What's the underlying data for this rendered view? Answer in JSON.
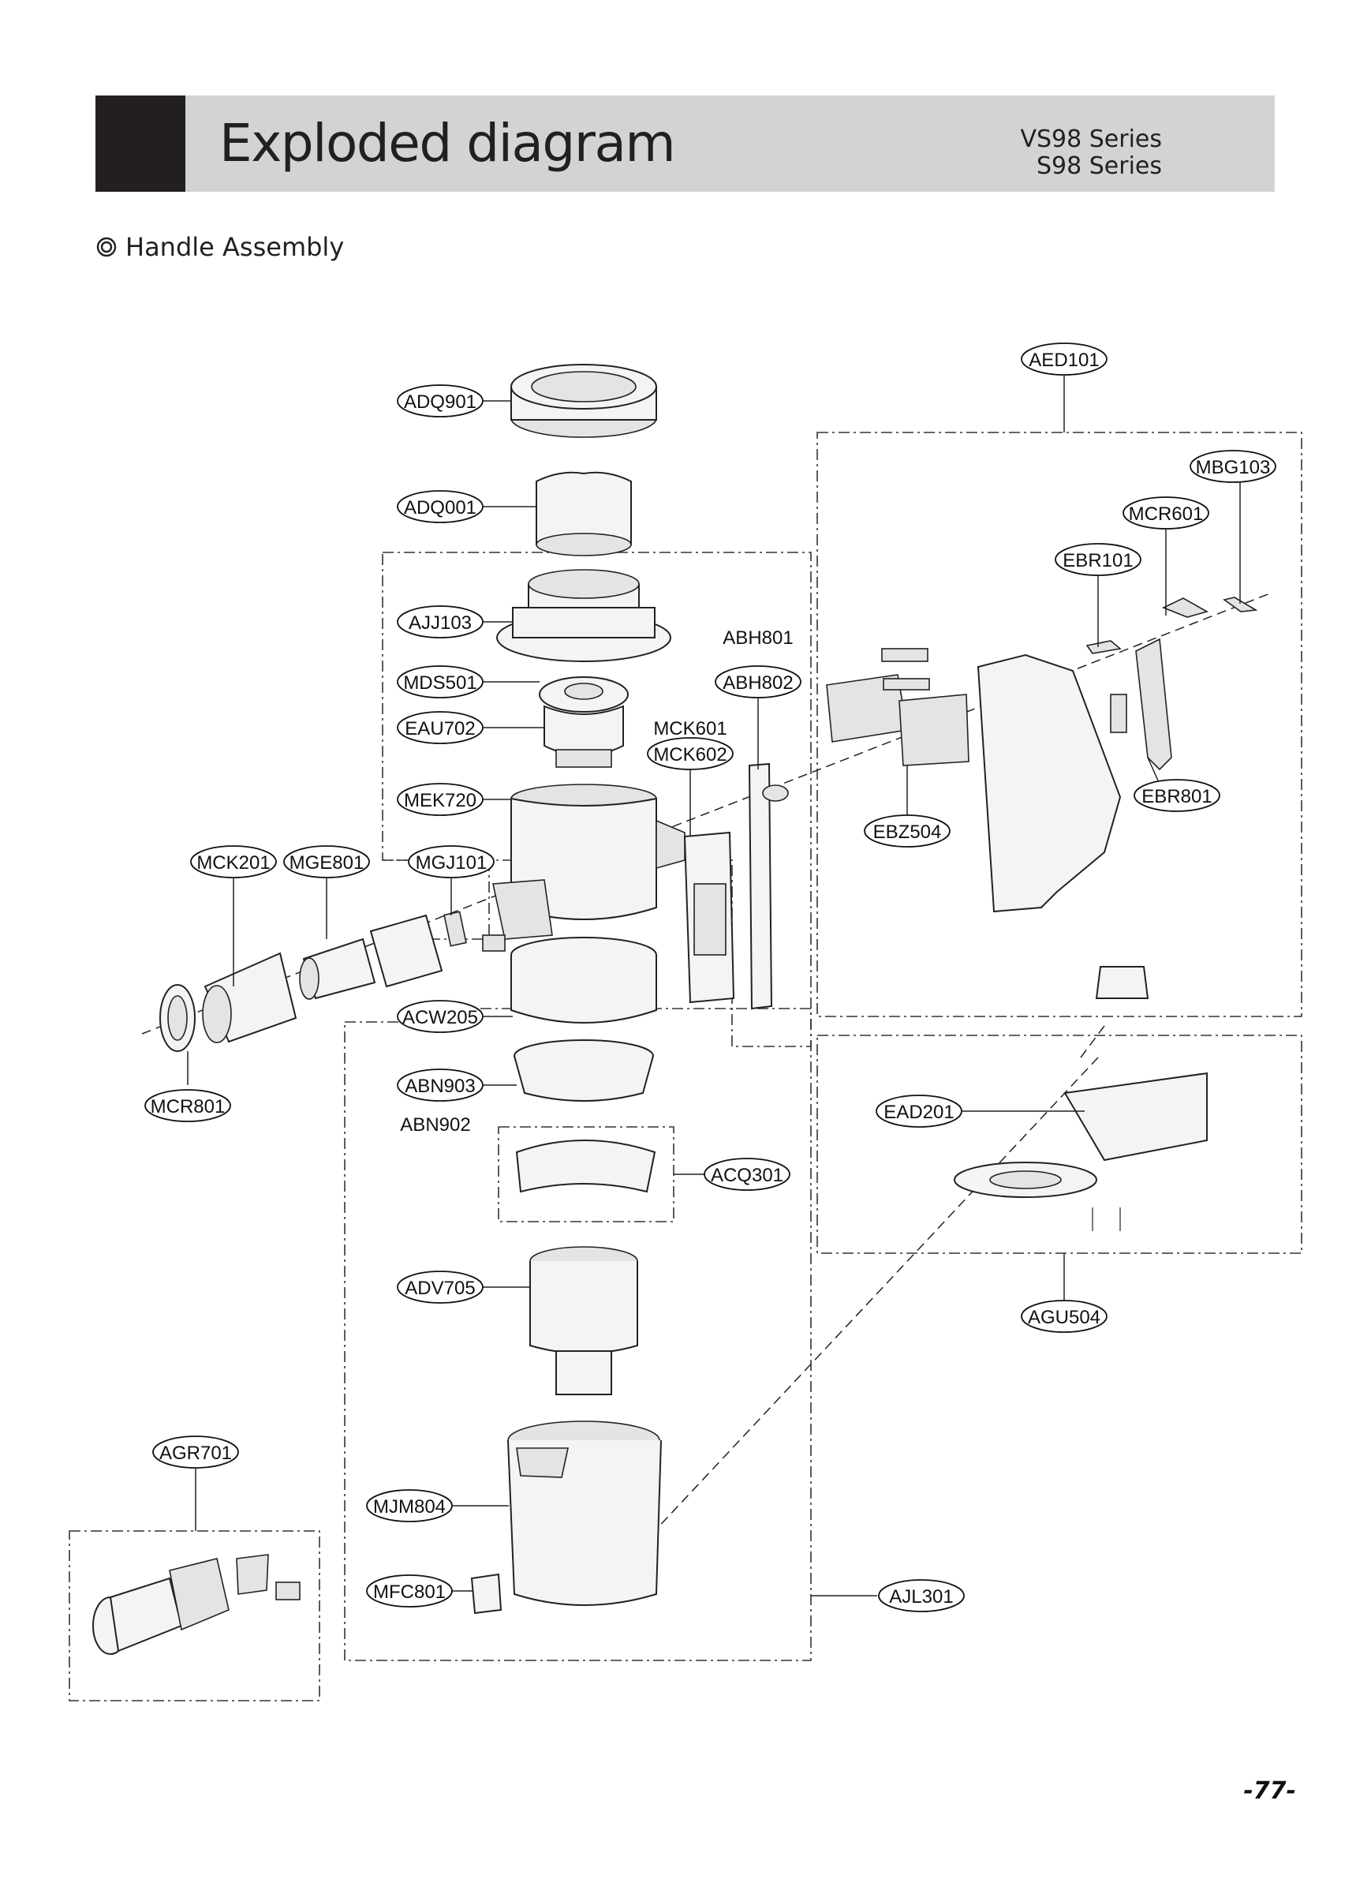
{
  "header": {
    "title": "Exploded diagram",
    "series": [
      "VS98 Series",
      "S98 Series"
    ]
  },
  "section": {
    "marker_icon": "double-circle-icon",
    "title": "Handle Assembly"
  },
  "labels": {
    "AED101": "AED101",
    "ADQ901": "ADQ901",
    "MBG103": "MBG103",
    "MCR601": "MCR601",
    "ADQ001": "ADQ001",
    "EBR101": "EBR101",
    "AJJ103": "AJJ103",
    "ABH801": "ABH801",
    "MDS501": "MDS501",
    "ABH802": "ABH802",
    "EAU702": "EAU702",
    "MCK601": "MCK601",
    "MCK602": "MCK602",
    "MEK720": "MEK720",
    "EBR801": "EBR801",
    "EBZ504": "EBZ504",
    "MCK201": "MCK201",
    "MGE801": "MGE801",
    "MGJ101": "MGJ101",
    "ACW205": "ACW205",
    "ABN903": "ABN903",
    "ABN902": "ABN902",
    "MCR801": "MCR801",
    "EAD201": "EAD201",
    "ACQ301": "ACQ301",
    "ADV705": "ADV705",
    "AGU504": "AGU504",
    "AGR701": "AGR701",
    "MJM804": "MJM804",
    "MFC801": "MFC801",
    "AJL301": "AJL301"
  },
  "page_number": "-77-"
}
